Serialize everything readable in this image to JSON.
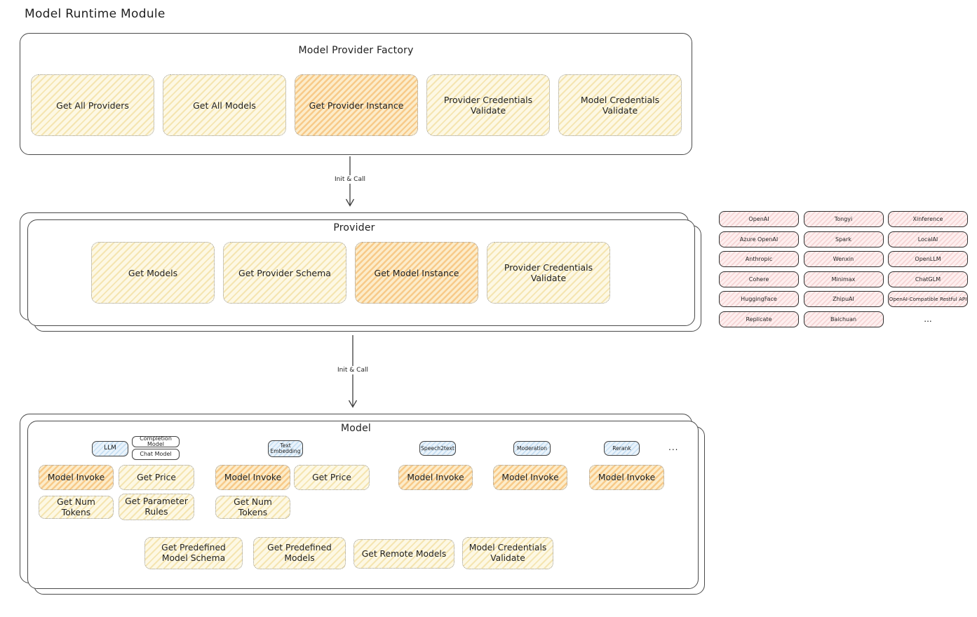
{
  "page": {
    "title": "Model Runtime Module"
  },
  "arrows": {
    "arrow1_label": "Init & Call",
    "arrow2_label": "Init & Call"
  },
  "factory": {
    "title": "Model Provider Factory",
    "items": [
      {
        "label": "Get All Providers"
      },
      {
        "label": "Get All Models"
      },
      {
        "label": "Get Provider Instance"
      },
      {
        "label": "Provider Credentials Validate"
      },
      {
        "label": "Model Credentials Validate"
      }
    ]
  },
  "provider": {
    "title": "Provider",
    "items": [
      {
        "label": "Get Models"
      },
      {
        "label": "Get Provider Schema"
      },
      {
        "label": "Get Model Instance"
      },
      {
        "label": "Provider Credentials Validate"
      }
    ]
  },
  "provider_list": {
    "items": [
      "OpenAI",
      "Tongyi",
      "Xinference",
      "Azure OpenAI",
      "Spark",
      "LocalAI",
      "Anthropic",
      "Wenxin",
      "OpenLLM",
      "Cohere",
      "Minimax",
      "ChatGLM",
      "HuggingFace",
      "ZhipuAI",
      "OpenAI-Compatible Restful API",
      "Replicate",
      "Baichuan"
    ],
    "ellipsis": "..."
  },
  "model": {
    "title": "Model",
    "tags": {
      "llm": "LLM",
      "completion_model": "Completion Model",
      "chat_model": "Chat Model",
      "text_embedding": "Text Embedding",
      "speech2text": "Speech2text",
      "moderation": "Moderation",
      "rerank": "Rerank",
      "ellipsis": "..."
    },
    "ops": {
      "model_invoke": "Model Invoke",
      "get_price": "Get Price",
      "get_num_tokens": "Get Num Tokens",
      "get_parameter_rules": "Get Parameter Rules",
      "get_predefined_model_schema": "Get Predefined Model Schema",
      "get_predefined_models": "Get Predefined Models",
      "get_remote_models": "Get Remote Models",
      "model_credentials_validate": "Model Credentials Validate"
    }
  },
  "colors": {
    "ink": "#1f1f1f",
    "yellow_fill": "#fdf8e4",
    "yellow_hatch": "#eed587",
    "orange_fill": "#fcecca",
    "orange_hatch": "#f3af54",
    "pink_fill": "#fdefef",
    "pink_hatch": "#f2c3c3",
    "blue_fill": "#eaf3fb",
    "blue_hatch": "#a8cfec"
  }
}
